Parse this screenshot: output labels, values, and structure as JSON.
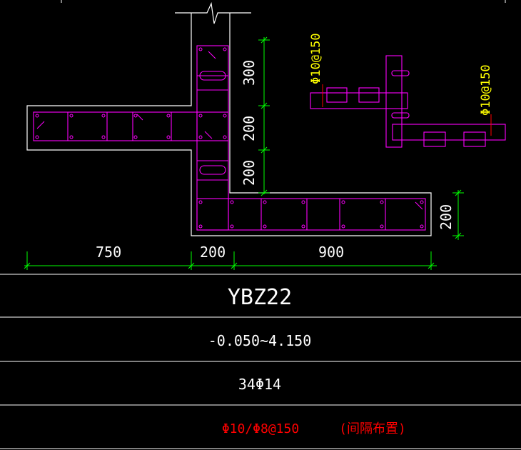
{
  "drawing": {
    "dimensions": {
      "top_300": "300",
      "mid_200a": "200",
      "mid_200b": "200",
      "right_200": "200",
      "bottom_750": "750",
      "bottom_200": "200",
      "bottom_900": "900"
    },
    "detail_labels": {
      "stirrup_a": "Φ10@150",
      "stirrup_b": "Φ10@150"
    }
  },
  "table": {
    "row_name": "YBZ22",
    "row_elevation": "-0.050~4.150",
    "row_longitudinal": "34Φ14",
    "row_stirrup": "Φ10/Φ8@150",
    "row_note": "(间隔布置)"
  },
  "colors": {
    "background": "#000000",
    "outline": "#ffffff",
    "rebar": "#ff00ff",
    "dimension": "#00ff00",
    "annotation": "#ffff00",
    "stirrup_text": "#ff0000"
  }
}
